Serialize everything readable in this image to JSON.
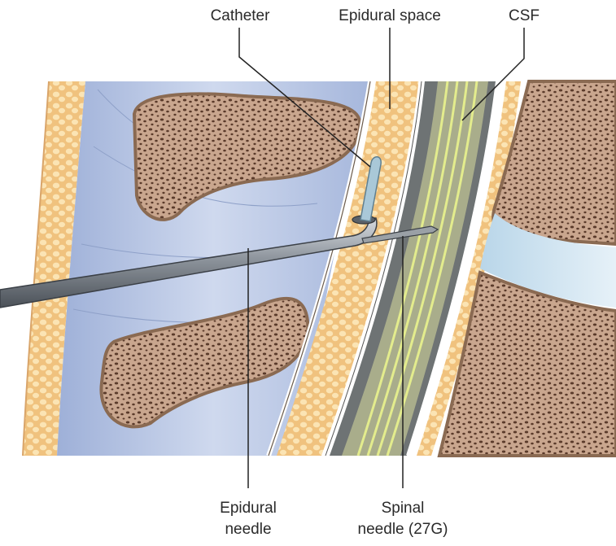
{
  "labels": {
    "catheter": "Catheter",
    "epidural_space": "Epidural space",
    "csf": "CSF",
    "epidural_needle": [
      "Epidural",
      "needle"
    ],
    "spinal_needle": [
      "Spinal",
      "needle (27G)"
    ]
  },
  "colors": {
    "bone": "#c9a68e",
    "bone_outline": "#8a6a52",
    "bone_pores": "#5a3a2a",
    "fat": "#f3c98a",
    "ligament": "#b7c6e4",
    "dura": "#ffffff",
    "csf": "#d7e3a0",
    "needle": "#8e959d"
  }
}
